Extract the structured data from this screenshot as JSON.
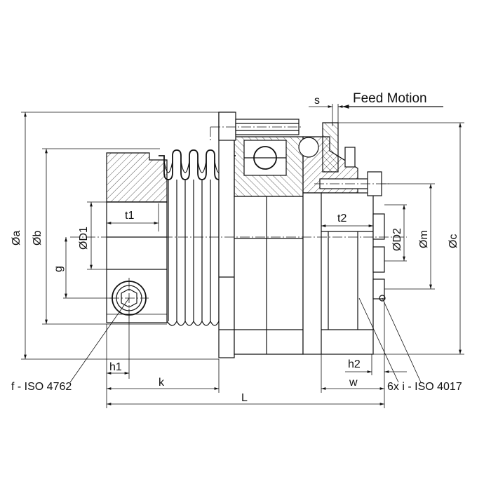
{
  "labels": {
    "s": "s",
    "feed_motion": "Feed Motion",
    "dia_a": "Øa",
    "dia_b": "Øb",
    "dia_c": "Øc",
    "dia_m": "Øm",
    "dia_D1": "ØD1",
    "dia_D2": "ØD2",
    "t1": "t1",
    "t2": "t2",
    "g": "g",
    "h1": "h1",
    "h2": "h2",
    "k": "k",
    "w": "w",
    "L": "L",
    "screw_f": "f - ISO 4762",
    "screw_i": "6x i - ISO 4017"
  },
  "colors": {
    "line": "#111111",
    "background": "#ffffff"
  }
}
